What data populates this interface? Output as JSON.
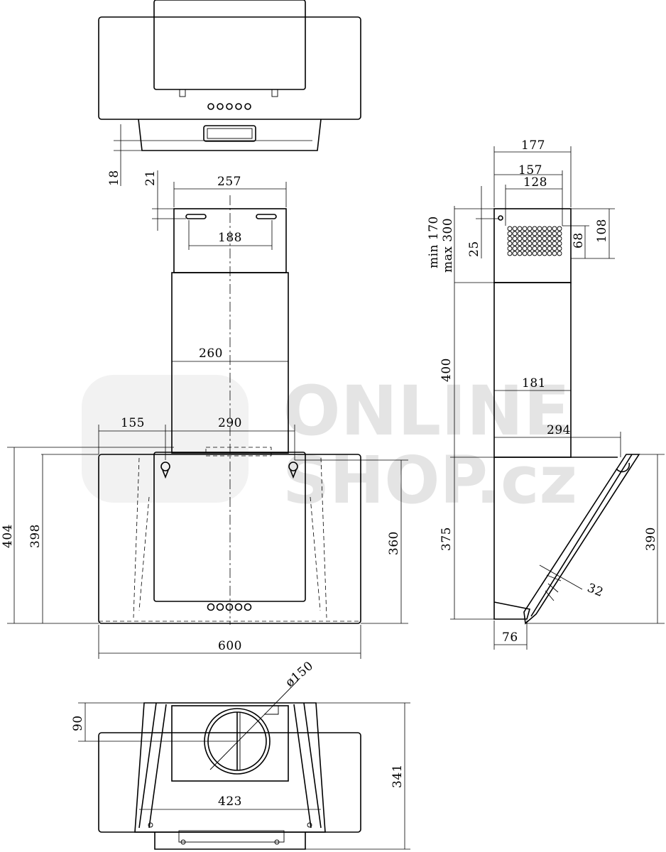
{
  "watermark": {
    "line1": "ONLINE",
    "line2": "SHOP.cz",
    "color": "#e4e4e4"
  },
  "colors": {
    "ink": "#000000",
    "background": "#ffffff"
  },
  "dimensions": {
    "top_duct_width": "257",
    "bracket_spacing": "188",
    "bracket_height": "21",
    "top_offset": "18",
    "chimney_width": "260",
    "hole_offset": "155",
    "hole_spacing": "290",
    "total_height": "404",
    "glass_height": "398",
    "hole_height": "360",
    "hood_width": "600",
    "side_duct_width": "177",
    "side_157": "157",
    "side_128": "128",
    "vent_height": "108",
    "vent_68": "68",
    "side_25": "25",
    "adjust_min": "min 170",
    "adjust_max": "max 300",
    "chimney_height": "400",
    "side_181": "181",
    "side_294": "294",
    "side_375": "375",
    "side_390": "390",
    "glass_thickness": "32",
    "side_base": "76",
    "outlet_diameter": "ø150",
    "outlet_offset": "90",
    "depth": "341",
    "rear_width": "423"
  }
}
